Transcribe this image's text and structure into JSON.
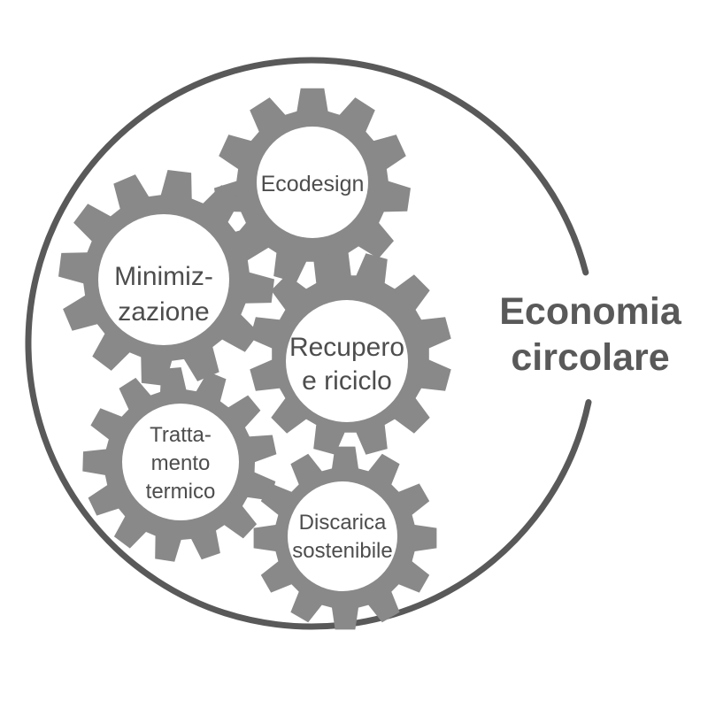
{
  "diagram": {
    "title": {
      "line1": "Economia",
      "line2": "circolare"
    },
    "gears": [
      {
        "name": "ecodesign",
        "lines": [
          "Ecodesign"
        ]
      },
      {
        "name": "minimizzazione",
        "lines": [
          "Minimiz-",
          "zazione"
        ]
      },
      {
        "name": "recupero-e-riciclo",
        "lines": [
          "Recupero",
          "e riciclo"
        ]
      },
      {
        "name": "trattamento-termico",
        "lines": [
          "Tratta-",
          "mento",
          "termico"
        ]
      },
      {
        "name": "discarica-sostenibile",
        "lines": [
          "Discarica",
          "sostenibile"
        ]
      }
    ],
    "colors": {
      "gear_fill": "#898989",
      "outline": "#595959",
      "label_text": "#4d4d4d",
      "title_text": "#595959",
      "background": "#ffffff"
    }
  }
}
